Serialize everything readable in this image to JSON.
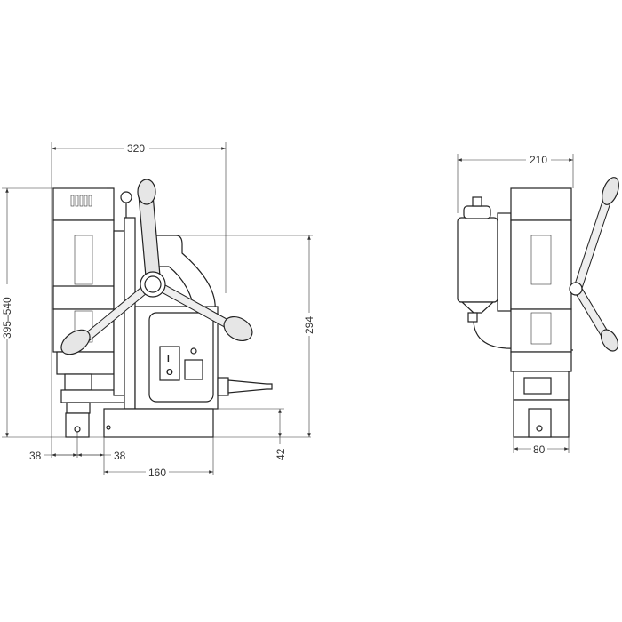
{
  "title": "Magnetic drill dimensional drawing",
  "front_view": {
    "dimensions": {
      "overall_width": "320",
      "height_range": "395–540",
      "column_height": "294",
      "base_height": "42",
      "left_offset_1": "38",
      "left_offset_2": "38",
      "base_length": "160"
    },
    "switch_labels": {
      "on": "I",
      "off": "O"
    }
  },
  "side_view": {
    "dimensions": {
      "overall_width": "210",
      "base_width": "80"
    }
  }
}
